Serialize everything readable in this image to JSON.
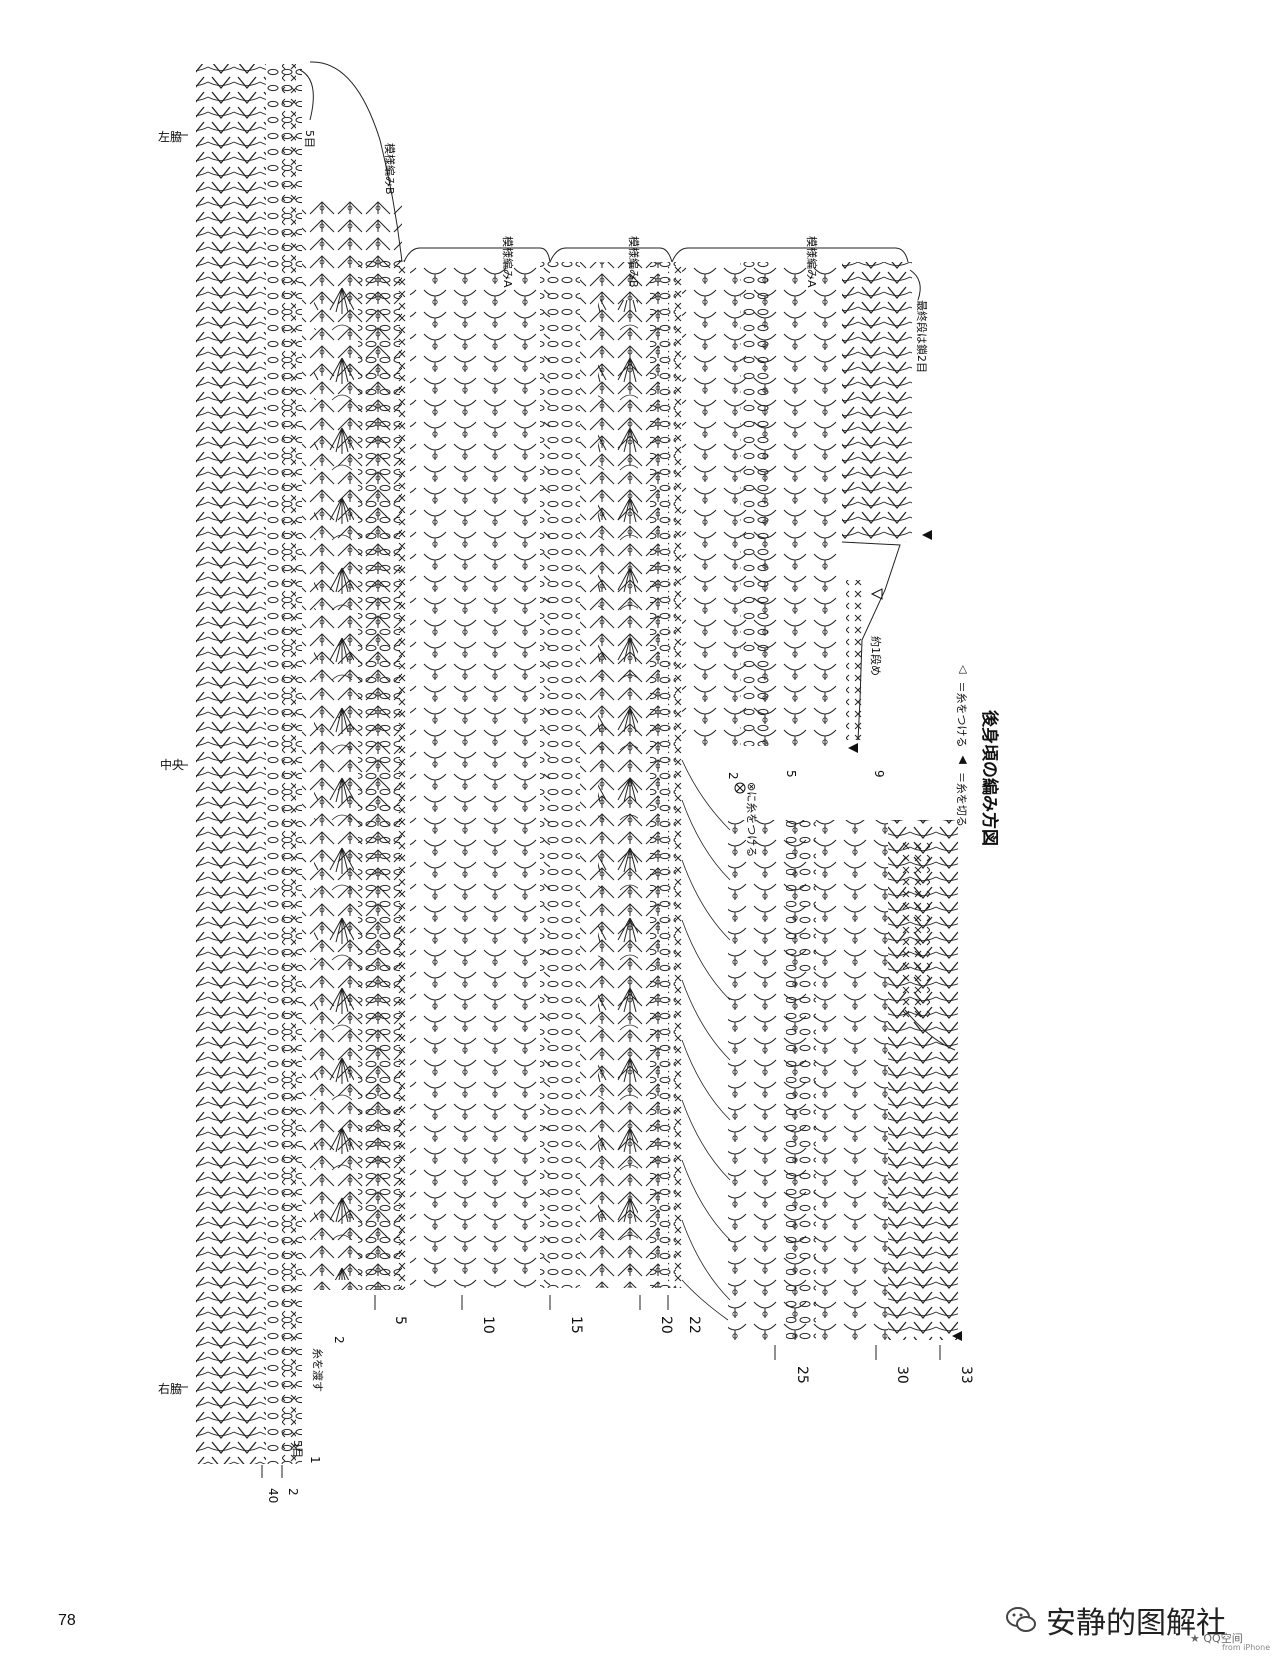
{
  "title": "後身頃の編み方図",
  "legend": {
    "attach_symbol": "◁",
    "attach_text": "＝糸をつける",
    "cut_symbol": "◀",
    "cut_text": "＝糸を切る"
  },
  "labels": {
    "left_side": "左脇",
    "center": "中央",
    "right_side": "右脇",
    "pattern_a": "模様編みA",
    "pattern_b": "模様編みB",
    "last_row": "最終段は鎖2目",
    "approx_one_row": "約1段め",
    "attach_at": "⊗に糸をつける",
    "carry_yarn": "糸を渡す",
    "five_st_top": "5目",
    "five_st_bottom": "5目"
  },
  "row_numbers": {
    "left": [
      "2",
      "1",
      "40"
    ],
    "body_bottom": [
      "5",
      "10",
      "15",
      "20",
      "22"
    ],
    "shoulder_bottom": [
      "25",
      "30",
      "33"
    ],
    "upper_block": [
      "2",
      "5",
      "9"
    ],
    "side_mark": "2"
  },
  "page_number": "78",
  "watermark": {
    "text": "安静的图解社",
    "badge": "QQ空间",
    "badge_sub": "from iPhone"
  }
}
